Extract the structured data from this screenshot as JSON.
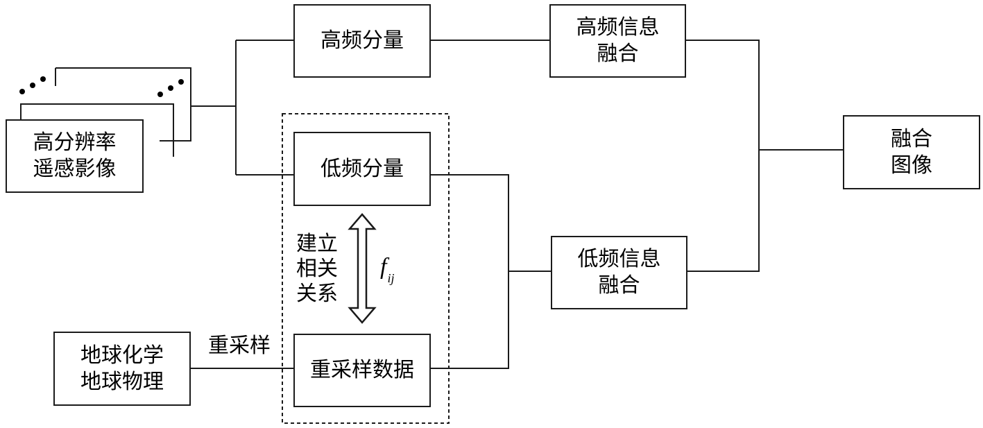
{
  "input_image": {
    "line1": "高分辨率",
    "line2": "遥感影像"
  },
  "high_freq_component": "高频分量",
  "low_freq_component": "低频分量",
  "high_freq_fusion": {
    "line1": "高频信息",
    "line2": "融合"
  },
  "low_freq_fusion": {
    "line1": "低频信息",
    "line2": "融合"
  },
  "fused_image": {
    "line1": "融合",
    "line2": "图像"
  },
  "geo_data": {
    "line1": "地球化学",
    "line2": "地球物理"
  },
  "resample_label": "重采样",
  "resampled_data": "重采样数据",
  "correlation_label": {
    "line1": "建立",
    "line2": "相关",
    "line3": "关系"
  },
  "function_symbol": {
    "base": "f",
    "subscript": "ij"
  }
}
